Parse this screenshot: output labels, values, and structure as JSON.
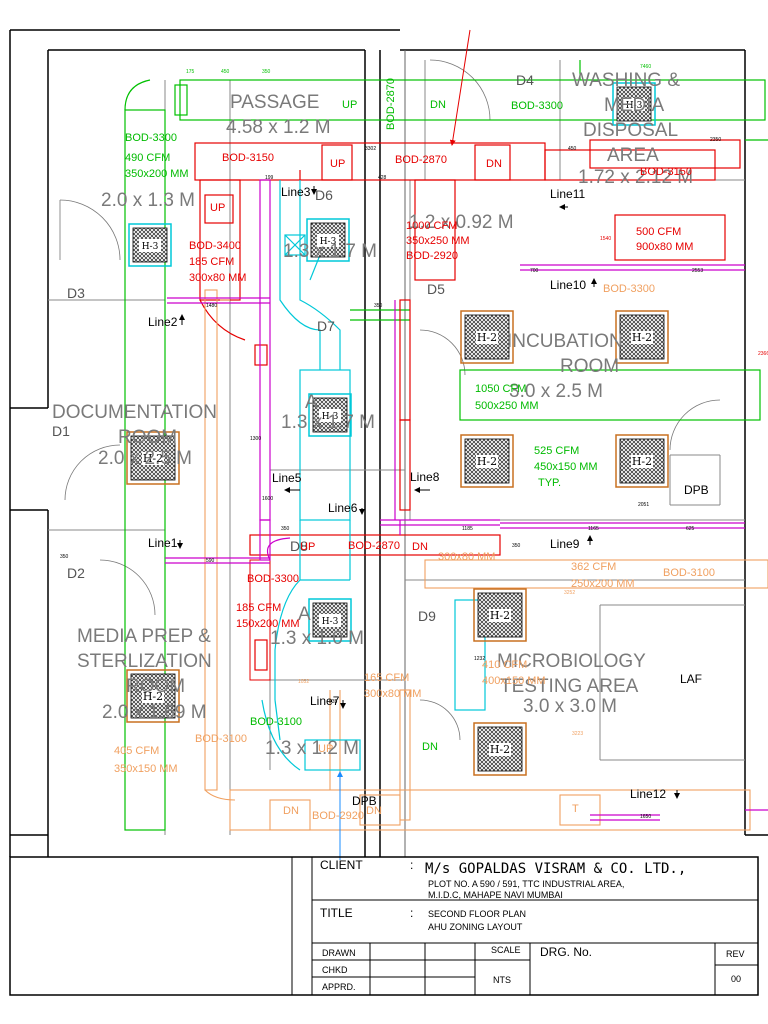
{
  "rooms": [
    {
      "id": "passage",
      "name": "PASSAGE",
      "size": "4.58 x 1.2 M"
    },
    {
      "id": "washing",
      "name": "WASHING &",
      "name2": "MEDIA",
      "name3": "DISPOSAL",
      "name4": "AREA",
      "size": "1.72 x 2.12 M"
    },
    {
      "id": "airlock1",
      "size": "2.0 x 1.3 M"
    },
    {
      "id": "airlock2",
      "size": "1.3 x 1.7 M"
    },
    {
      "id": "airlock3",
      "size": "1.2 x 0.92 M"
    },
    {
      "id": "incubation",
      "name": "INCUBATION",
      "name2": "ROOM",
      "size": "3.0 x 2.5 M"
    },
    {
      "id": "documentation",
      "name": "DOCUMENTATION",
      "name2": "ROOM",
      "size": "2.0 x 2.5 M"
    },
    {
      "id": "airlock4",
      "name": "A",
      "size": "1.3 x 1.7 M"
    },
    {
      "id": "airlock5",
      "name": "A",
      "size": "1.3 x 1.0 M"
    },
    {
      "id": "mediaprep",
      "name": "MEDIA PREP &",
      "name2": "STERLIZATION",
      "name3": "ROOM",
      "size": "2.0 x 1.69 M"
    },
    {
      "id": "microbiology",
      "name": "MICROBIOLOGY",
      "name2": "TESTING AREA",
      "size": "3.0 x 3.0 M"
    },
    {
      "id": "airlock6",
      "size": "1.3 x 1.2 M"
    }
  ],
  "doors": [
    "D1",
    "D2",
    "D3",
    "D4",
    "D5",
    "D6",
    "D7",
    "D8",
    "D9"
  ],
  "lines": [
    "Line1",
    "Line2",
    "Line3",
    "Line5",
    "Line6",
    "Line7",
    "Line8",
    "Line9",
    "Line10",
    "Line11",
    "Line12"
  ],
  "ducts": {
    "bod3300_a": "BOD-3300",
    "cfm490": "490 CFM",
    "dim350x200": "350x200 MM",
    "bod3150_a": "BOD-3150",
    "bod2870_a": "BOD-2870",
    "bod2870_v": "BOD-2870",
    "bod3300_b": "BOD-3300",
    "bod3150_b": "BOD-3150",
    "cfm500": "500 CFM",
    "dim900x80": "900x80 MM",
    "bod3400": "BOD-3400",
    "cfm185a": "185 CFM",
    "dim300x80": "300x80 MM",
    "cfm1000": "1000 CFM",
    "dim350x250": "350x250 MM",
    "bod2920_a": "BOD-2920",
    "bod3300_c": "BOD-3300",
    "cfm1050": "1050 CFM",
    "dim500x250": "500x250 MM",
    "cfm525": "525 CFM",
    "dim450x150": "450x150 MM",
    "typ": "TYP.",
    "bod2870_b": "BOD-2870",
    "bod3300_d": "BOD-3300",
    "cfm185b": "185 CFM",
    "dim150x200": "150x200 MM",
    "dim300x80b": "300x80 MM",
    "cfm362": "362 CFM",
    "dim250x200": "250x200 MM",
    "bod3100_a": "BOD-3100",
    "cfm410": "410 CFM",
    "dim400x150": "400x150 MM",
    "cfm165": "165 CFM",
    "dim300x80c": "300x80 MM",
    "bod3100_b": "BOD-3100",
    "bod3100_c": "BOD-3100",
    "cfm405": "405 CFM",
    "dim350x150": "350x150 MM",
    "bod2920_b": "BOD-2920"
  },
  "labels": {
    "up": "UP",
    "dn": "DN",
    "dpb": "DPB",
    "laf": "LAF",
    "h2": "H-2",
    "h3": "H-3",
    "t": "T"
  },
  "dims": [
    "175",
    "450",
    "350",
    "1480",
    "199",
    "428",
    "3302",
    "450",
    "2350",
    "7460",
    "700",
    "2553",
    "350",
    "1185",
    "1165",
    "625",
    "2051",
    "350",
    "590",
    "1300",
    "2366",
    "350",
    "535",
    "1650",
    "3223",
    "3252",
    "1232",
    "1052",
    "1600",
    "1540",
    "350"
  ],
  "title_block": {
    "client_label": "CLIENT",
    "client_colon": ":",
    "client_name": "M/s GOPALDAS VISRAM & CO. LTD.,",
    "addr1": "PLOT NO. A 590 / 591, TTC INDUSTRIAL AREA,",
    "addr2": "M.I.D.C, MAHAPE NAVI MUMBAI",
    "title_label": "TITLE",
    "title_colon": ":",
    "title1": "SECOND FLOOR PLAN",
    "title2": "AHU ZONING LAYOUT",
    "drawn": "DRAWN",
    "chkd": "CHKD",
    "apprd": "APPRD.",
    "scale": "SCALE",
    "scale_val": "NTS",
    "drg": "DRG. No.",
    "rev": "REV",
    "rev_val": "00"
  },
  "colors": {
    "supply": "#e60000",
    "return": "#f0a060",
    "fresh": "#00c000",
    "exhaust": "#cc00cc",
    "diffuser": "#00c8d8",
    "grill": "#c87020",
    "wall": "#000000"
  }
}
